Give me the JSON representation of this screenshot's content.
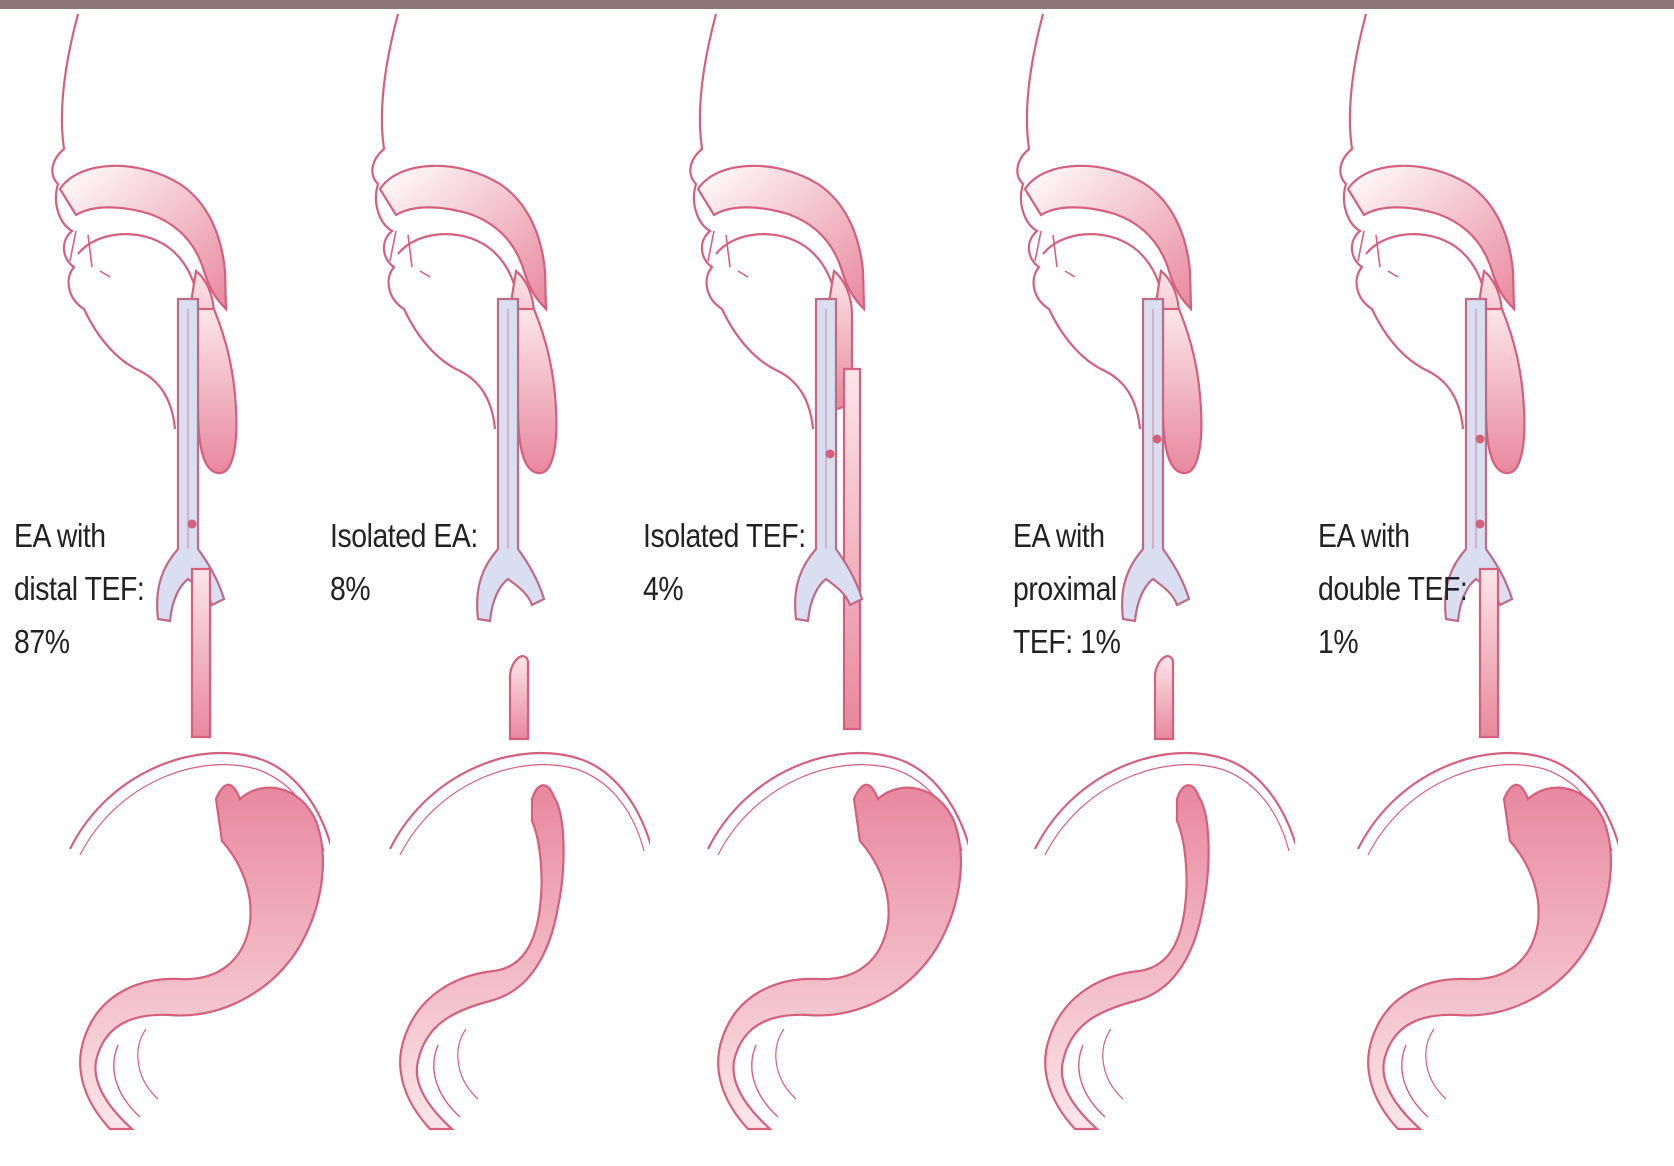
{
  "figure": {
    "panels": [
      {
        "id": "distal-tef",
        "variant": "distal_tef",
        "caption_lines": [
          "EA with",
          "distal TEF:",
          "87%"
        ]
      },
      {
        "id": "isolated-ea",
        "variant": "isolated_ea",
        "caption_lines": [
          "Isolated EA:",
          "8%"
        ]
      },
      {
        "id": "isolated-tef",
        "variant": "isolated_tef",
        "caption_lines": [
          "Isolated TEF:",
          "4%"
        ]
      },
      {
        "id": "proximal-tef",
        "variant": "proximal_tef",
        "caption_lines": [
          "EA with",
          "proximal",
          "TEF: 1%"
        ]
      },
      {
        "id": "double-tef",
        "variant": "double_tef",
        "caption_lines": [
          "EA with",
          "double TEF:",
          "1%"
        ]
      }
    ]
  },
  "colors": {
    "outline": "#d4607e",
    "tissue_dark": "#e8889d",
    "tissue_light": "#fbe6ea",
    "airway_fill": "#d9def0",
    "airway_outline": "#c16a87",
    "border": "#8f7676",
    "caption_text": "#222222"
  }
}
